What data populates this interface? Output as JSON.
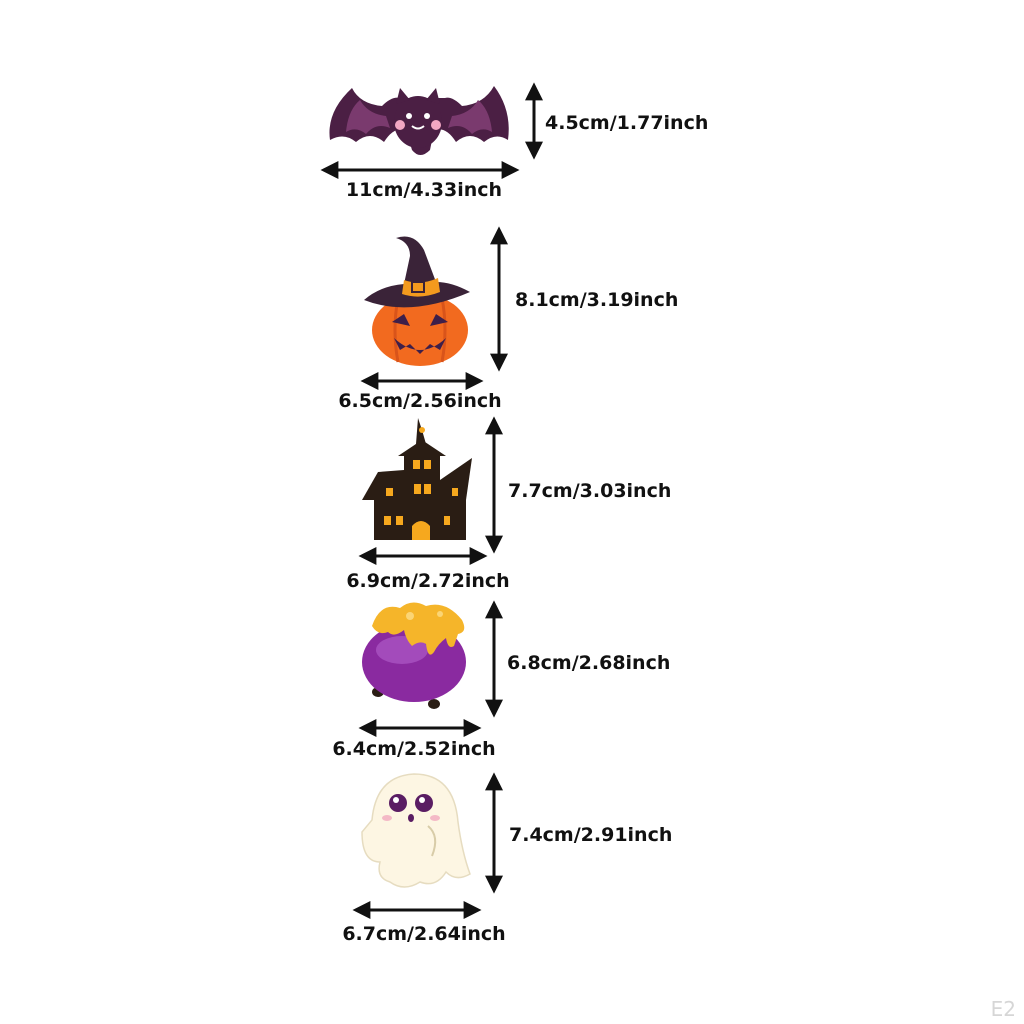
{
  "items": [
    {
      "name": "bat",
      "icon": "bat-icon",
      "width_label": "11cm/4.33inch",
      "height_label": "4.5cm/1.77inch"
    },
    {
      "name": "witch-pumpkin",
      "icon": "witch-hat-pumpkin-icon",
      "width_label": "6.5cm/2.56inch",
      "height_label": "8.1cm/3.19inch"
    },
    {
      "name": "haunted-house",
      "icon": "haunted-house-icon",
      "width_label": "6.9cm/2.72inch",
      "height_label": "7.7cm/3.03inch"
    },
    {
      "name": "cauldron",
      "icon": "cauldron-icon",
      "width_label": "6.4cm/2.52inch",
      "height_label": "6.8cm/2.68inch"
    },
    {
      "name": "ghost",
      "icon": "ghost-icon",
      "width_label": "6.7cm/2.64inch",
      "height_label": "7.4cm/2.91inch"
    }
  ],
  "watermark": "E2",
  "colors": {
    "arrow": "#111111",
    "bat_purple": "#4b1f44",
    "bat_wing_inner": "#7a3a6e",
    "pumpkin_orange": "#f26a1f",
    "hat_band": "#f39a1e",
    "house_black": "#2a1d14",
    "window_yellow": "#f6a81e",
    "cauldron_purple": "#8a2aa0",
    "slime_yellow": "#f5b52a",
    "ghost_cream": "#fdf6e3",
    "ghost_eye": "#5a1d63"
  }
}
